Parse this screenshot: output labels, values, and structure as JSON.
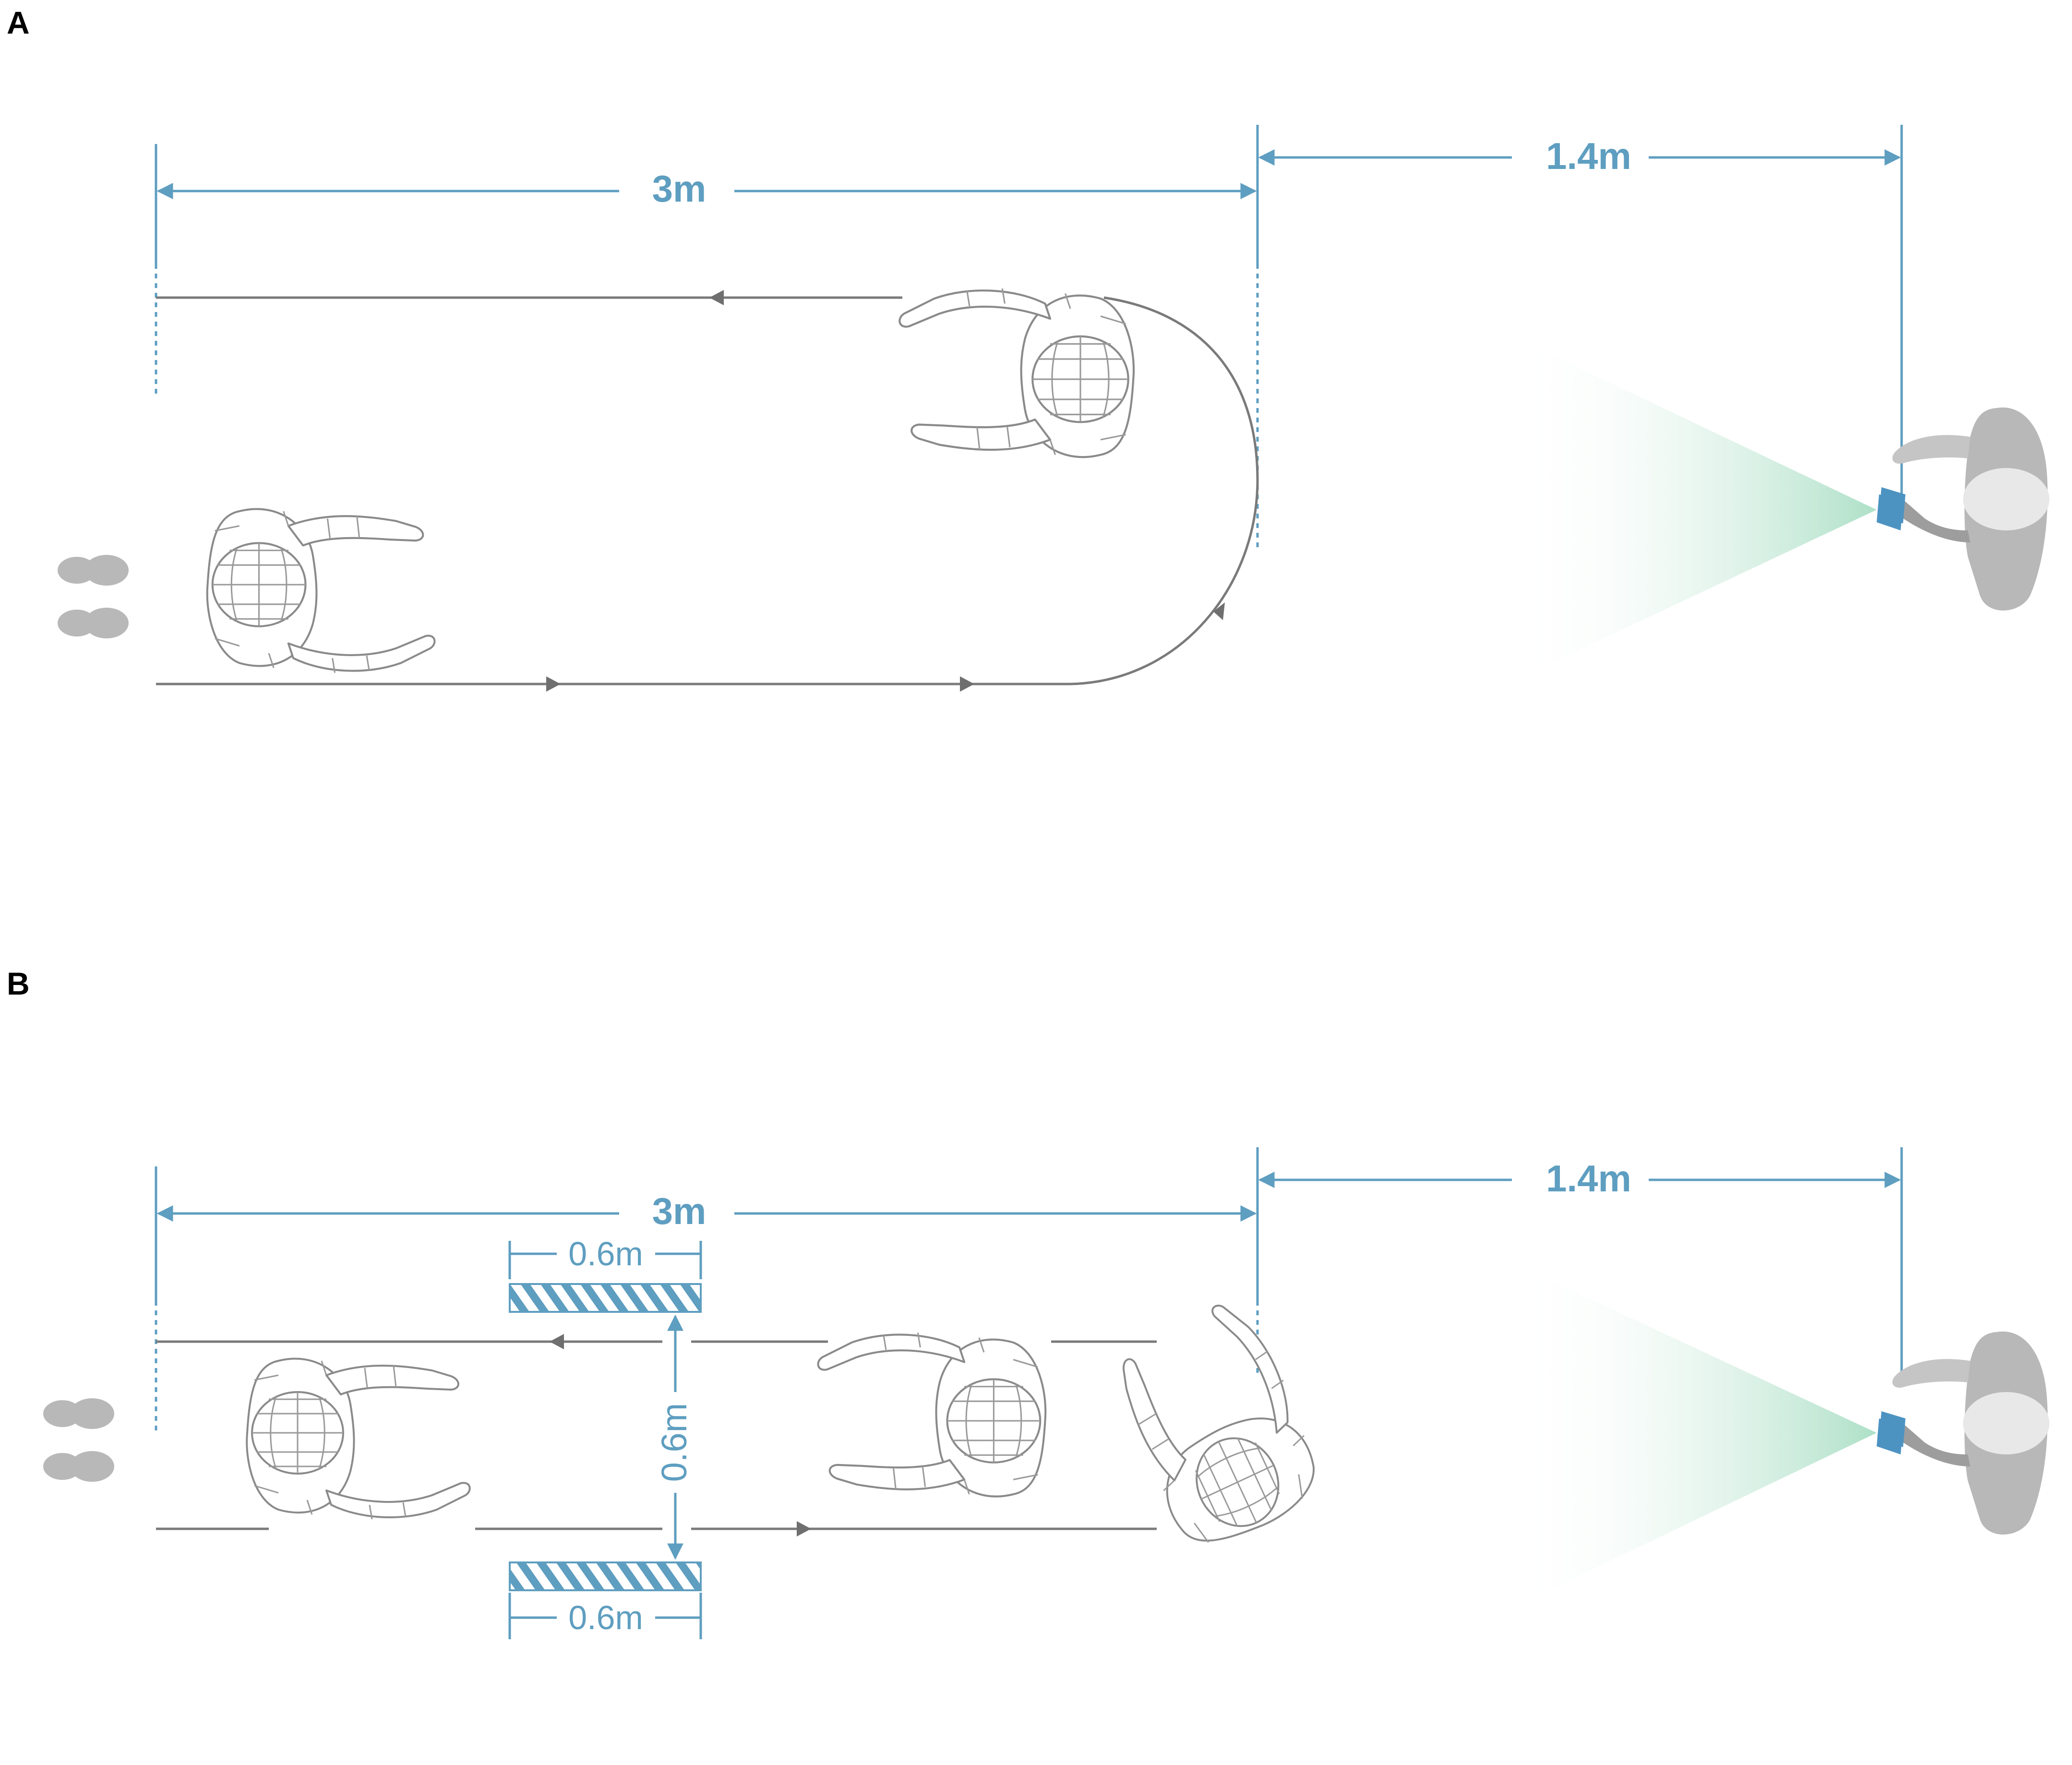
{
  "panels": [
    {
      "id": "A",
      "label": "A",
      "walkway_length": "3m",
      "camera_distance": "1.4m"
    },
    {
      "id": "B",
      "label": "B",
      "walkway_length": "3m",
      "camera_distance": "1.4m",
      "obstacle_width_top": "0.6m",
      "obstacle_gap": "0.6m",
      "obstacle_width_bottom": "0.6m"
    }
  ],
  "colors": {
    "dimension": "#5e9ec0",
    "path": "#7a7a7a",
    "camera_cone": "#bfe6d3",
    "camera": "#4c93c2",
    "operator": "#b3b3b3",
    "footprint": "#b8b8b8",
    "wireframe": "#8a8a8a",
    "hatch": "#5e9ec0"
  },
  "icons": [
    "footprints-icon",
    "wireframe-walker-icon",
    "camera-icon",
    "camera-operator-icon",
    "obstacle-hatch-icon"
  ]
}
